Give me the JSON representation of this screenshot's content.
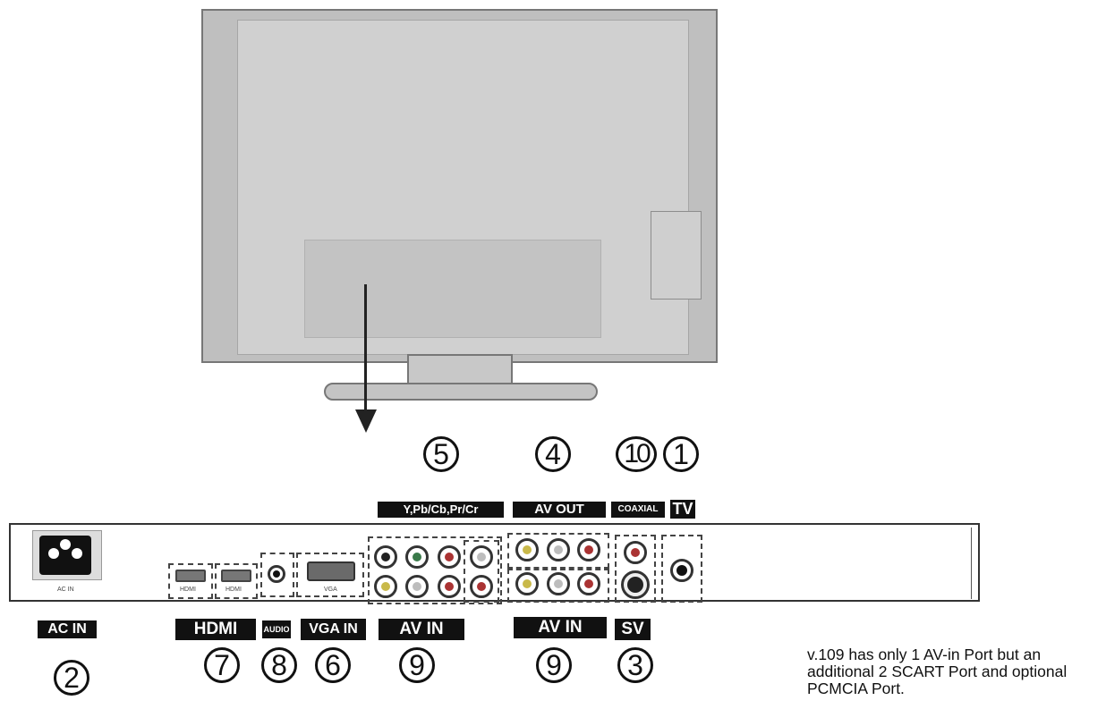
{
  "top_labels": {
    "ypbpr": "Y,Pb/Cb,Pr/Cr",
    "av_out": "AV OUT",
    "coaxial": "COAXIAL",
    "tv": "TV"
  },
  "bottom_labels": {
    "ac_in": "AC IN",
    "hdmi": "HDMI",
    "audio": "AUDIO",
    "vga_in": "VGA IN",
    "av_in_left": "AV IN",
    "av_in_right": "AV IN",
    "sv": "SV"
  },
  "numbers": {
    "ypbpr": "5",
    "av_out": "4",
    "coaxial": "10",
    "tv": "1",
    "ac_in": "2",
    "hdmi": "7",
    "audio": "8",
    "vga_in": "6",
    "av_in_left": "9",
    "av_in_right": "9",
    "sv": "3"
  },
  "panel_text": {
    "ac_in": "AC IN",
    "hdmi_1": "HDMI",
    "hdmi_2": "HDMI",
    "vga": "VGA"
  },
  "note": "v.109 has only 1 AV-in Port but an additional 2 SCART Port and optional PCMCIA Port."
}
